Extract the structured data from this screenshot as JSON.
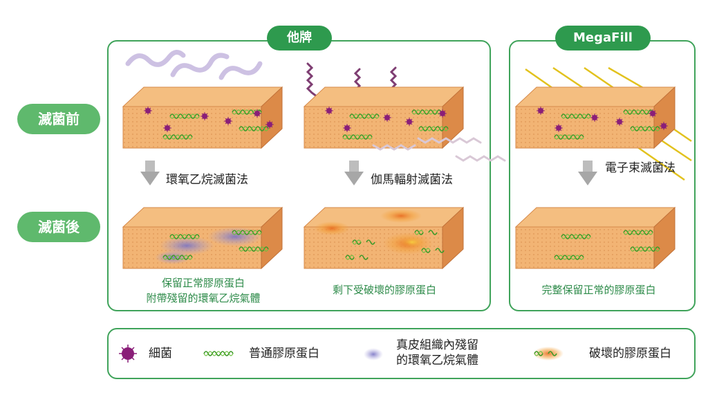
{
  "headers": {
    "other_brand": "他牌",
    "megafill": "MegaFill"
  },
  "rows": {
    "before": "滅菌前",
    "after": "滅菌後"
  },
  "methods": {
    "ethylene_oxide": "環氧乙烷滅菌法",
    "gamma": "伽馬輻射滅菌法",
    "ebeam": "電子束滅菌法"
  },
  "captions": {
    "ethylene_oxide_line1": "保留正常膠原蛋白",
    "ethylene_oxide_line2": "附帶殘留的環氧乙烷氣體",
    "gamma": "剩下受破壞的膠原蛋白",
    "ebeam": "完整保留正常的膠原蛋白"
  },
  "legend": {
    "bacteria": "細菌",
    "normal_collagen": "普通膠原蛋白",
    "residual_gas_line1": "真皮組織內殘留",
    "residual_gas_line2": "的環氧乙烷氣體",
    "damaged_collagen": "破壞的膠原蛋白"
  },
  "colors": {
    "green_border": "#3fa35a",
    "pill_green": "#2e9a4e",
    "row_pill_green": "#5fb96d",
    "caption_green": "#2e8b4a",
    "tissue_top": "#f0b070",
    "tissue_side": "#dc8a48",
    "bacteria": "#8a1e78",
    "collagen": "#3f9a2a",
    "gas": "#9b8fc9",
    "gamma_ray": "#7e3d72",
    "ebeam_ray": "#e2c21e"
  },
  "icons": {
    "arrow": "down-arrow-icon",
    "bacteria": "bacteria-icon",
    "collagen": "collagen-fiber-icon",
    "gas": "gas-residue-icon",
    "damaged": "damaged-collagen-icon"
  }
}
